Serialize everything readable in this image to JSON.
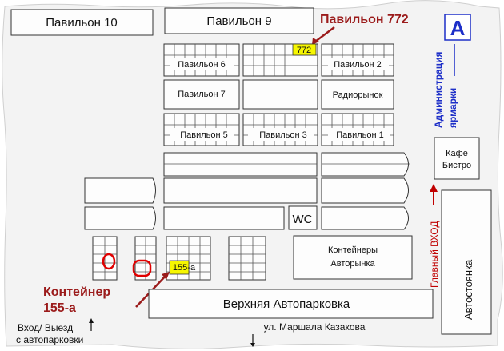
{
  "map": {
    "pavilions": {
      "p10": "Павильон 10",
      "p9": "Павильон 9",
      "p6": "Павильон 6",
      "p2": "Павильон 2",
      "p7": "Павильон 7",
      "radio": "Радиорынок",
      "p5": "Павильон 5",
      "p3": "Павильон 3",
      "p1": "Павильон 1"
    },
    "highlight_pavilion": {
      "label": "Павильон 772",
      "box_label": "772"
    },
    "admin_badge": "A",
    "admin_line1": "Администрация",
    "admin_line2": "ярмарки",
    "cafe_line1": "Кафе",
    "cafe_line2": "Бистро",
    "main_entrance": "Главный ВХОД",
    "wc": "WC",
    "containers_line1": "Контейнеры",
    "containers_line2": "Авторынка",
    "container_label_line1": "Контейнер",
    "container_label_line2": "155-а",
    "container_box": "155-а",
    "upper_parking": "Верхняя Автопарковка",
    "autostoyanka": "Автостоянка",
    "street": "ул. Маршала Казакова",
    "exit_line1": "Вход/ Выезд",
    "exit_line2": "с автопарковки",
    "colors": {
      "highlight": "#f6f600",
      "red": "#9b1b1b",
      "blue": "#1d2fc8",
      "marker": "#e00000"
    }
  }
}
